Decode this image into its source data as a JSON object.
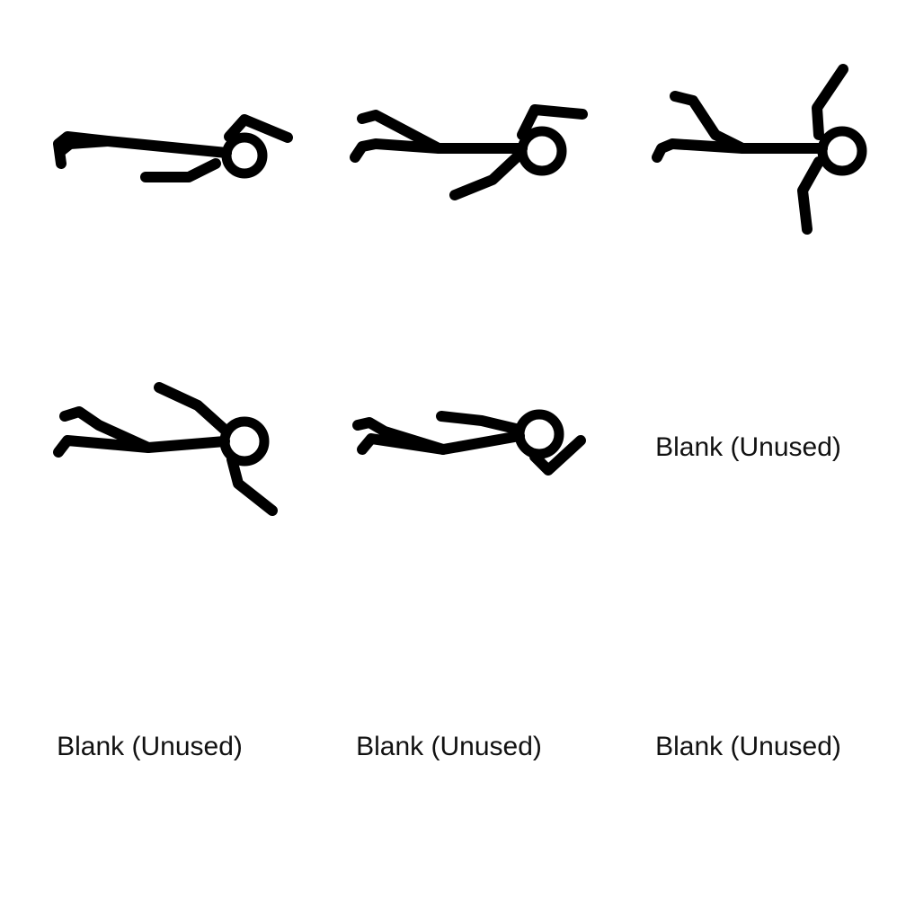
{
  "sprite_sheet": {
    "grid": {
      "columns": 3,
      "rows": 3
    },
    "colors": {
      "background": "#ffffff",
      "ink": "#000000",
      "label": "#111111"
    },
    "cells": [
      {
        "kind": "frame",
        "name": "stickman-frame-1"
      },
      {
        "kind": "frame",
        "name": "stickman-frame-2"
      },
      {
        "kind": "frame",
        "name": "stickman-frame-3"
      },
      {
        "kind": "frame",
        "name": "stickman-frame-4"
      },
      {
        "kind": "frame",
        "name": "stickman-frame-5"
      },
      {
        "kind": "blank",
        "label": "Blank (Unused)"
      },
      {
        "kind": "blank",
        "label": "Blank (Unused)"
      },
      {
        "kind": "blank",
        "label": "Blank (Unused)"
      },
      {
        "kind": "blank",
        "label": "Blank (Unused)"
      }
    ]
  }
}
